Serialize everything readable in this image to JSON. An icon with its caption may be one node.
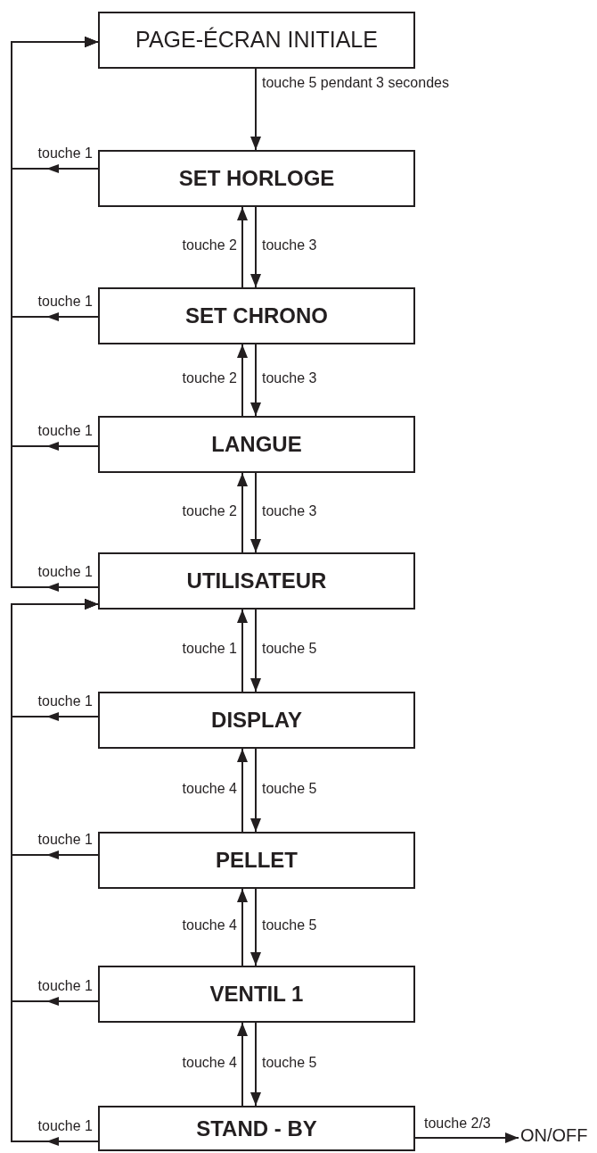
{
  "diagram": {
    "nodes": [
      {
        "text": [
          "PAGE-ÉCRAN INITIALE"
        ]
      },
      {
        "text": [
          "SET HORLOGE"
        ]
      },
      {
        "text": [
          "SET CHRONO"
        ]
      },
      {
        "text": [
          "LANGUE"
        ]
      },
      {
        "text": [
          "UTILISATEUR"
        ]
      },
      {
        "text": [
          "DISPLAY"
        ]
      },
      {
        "text": [
          "PELLET"
        ]
      },
      {
        "text": [
          "VENTIL 1"
        ]
      },
      {
        "text": [
          "STAND - BY"
        ]
      },
      {
        "text": [
          "ON/OFF"
        ]
      }
    ],
    "edges": [
      {
        "from": 0,
        "to": 1,
        "label": "touche 5 pendant 3 secondes",
        "arrow": "to"
      },
      {
        "from": 1,
        "to": 2,
        "label": "touche 3",
        "arrow": "to"
      },
      {
        "from": 2,
        "to": 1,
        "label": "touche 2",
        "arrow": "to"
      },
      {
        "from": 2,
        "to": 3,
        "label": "touche 3",
        "arrow": "to"
      },
      {
        "from": 3,
        "to": 2,
        "label": "touche 2",
        "arrow": "to"
      },
      {
        "from": 3,
        "to": 4,
        "label": "touche 3",
        "arrow": "to"
      },
      {
        "from": 4,
        "to": 3,
        "label": "touche 2",
        "arrow": "to"
      },
      {
        "from": 4,
        "to": 5,
        "label": "touche 5",
        "arrow": "to"
      },
      {
        "from": 5,
        "to": 4,
        "label": "touche 1",
        "arrow": "to"
      },
      {
        "from": 5,
        "to": 6,
        "label": "touche 5",
        "arrow": "to"
      },
      {
        "from": 6,
        "to": 5,
        "label": "touche 4",
        "arrow": "to"
      },
      {
        "from": 6,
        "to": 7,
        "label": "touche 5",
        "arrow": "to"
      },
      {
        "from": 7,
        "to": 6,
        "label": "touche 4",
        "arrow": "to"
      },
      {
        "from": 7,
        "to": 8,
        "label": "touche 5",
        "arrow": "to"
      },
      {
        "from": 8,
        "to": 7,
        "label": "touche 4",
        "arrow": "to"
      },
      {
        "from": 1,
        "to": 0,
        "label": "touche 1",
        "arrow": "to"
      },
      {
        "from": 2,
        "to": 0,
        "label": "touche 1",
        "arrow": "to"
      },
      {
        "from": 3,
        "to": 0,
        "label": "touche 1",
        "arrow": "to"
      },
      {
        "from": 4,
        "to": 0,
        "label": "touche 1",
        "arrow": "to"
      },
      {
        "from": 5,
        "to": 4,
        "label": "touche 1",
        "arrow": "to"
      },
      {
        "from": 6,
        "to": 4,
        "label": "touche 1",
        "arrow": "to"
      },
      {
        "from": 7,
        "to": 4,
        "label": "touche 1",
        "arrow": "to"
      },
      {
        "from": 8,
        "to": 4,
        "label": "touche 1",
        "arrow": "to"
      },
      {
        "from": 8,
        "to": 9,
        "label": "touche 2/3",
        "arrow": "to"
      }
    ]
  }
}
